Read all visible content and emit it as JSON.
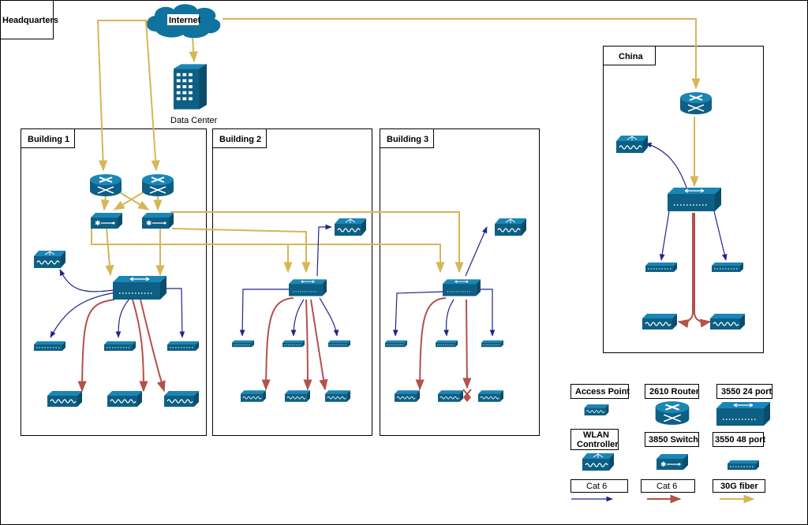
{
  "diagram": {
    "headquarters": "Headquarters",
    "internet": "Internet",
    "data_center": "Data Center",
    "buildings": [
      "Building 1",
      "Building 2",
      "Building 3"
    ],
    "china": "China"
  },
  "legend": {
    "access_point": "Access Point",
    "router": "2610 Router",
    "port24": "3550 24 port",
    "wlan_line1": "WLAN",
    "wlan_line2": "Controller",
    "switch3850": "3850 Switch",
    "port48": "3550 48 port",
    "cat6_a": "Cat 6",
    "cat6_b": "Cat 6",
    "fiber": "30G fiber"
  },
  "colors": {
    "blue": "#23238f",
    "red": "#b5504b",
    "gold": "#d6b656",
    "device": "#10739e"
  }
}
